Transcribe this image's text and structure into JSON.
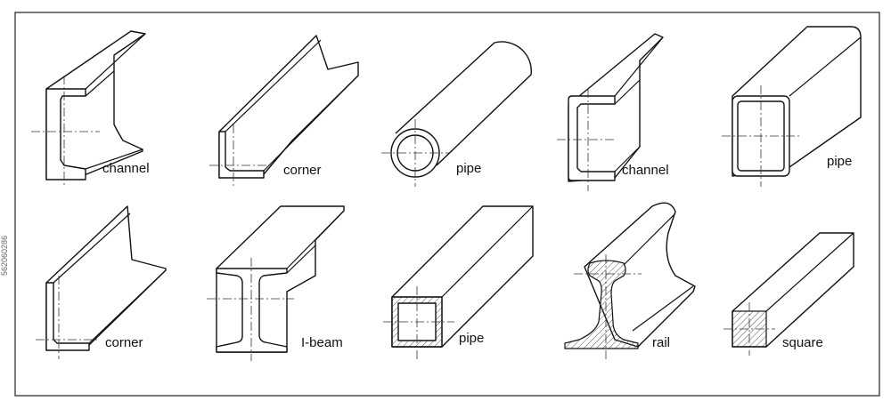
{
  "labels": {
    "channel_1": "channel",
    "corner_1": "corner",
    "pipe_round": "pipe",
    "channel_2": "channel",
    "pipe_rect": "pipe",
    "corner_2": "corner",
    "ibeam": "I-beam",
    "pipe_square": "pipe",
    "rail": "rail",
    "square": "square"
  },
  "side_id": "562060286",
  "colors": {
    "line": "#111111",
    "background": "#ffffff",
    "hatch": "#555555"
  }
}
